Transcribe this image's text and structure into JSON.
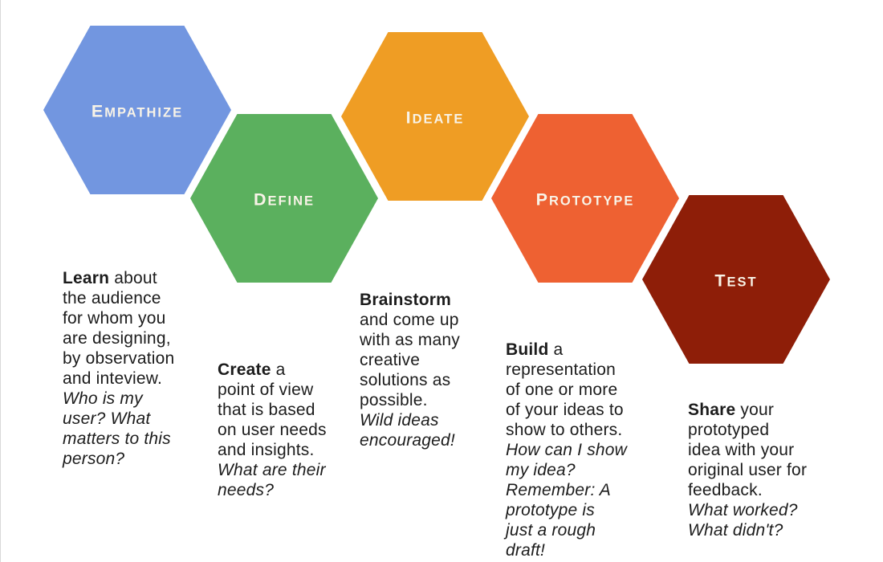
{
  "page": {
    "background": "#ffffff",
    "text_color": "#1c1c1c",
    "label_color": "#f8f3e7"
  },
  "steps": [
    {
      "label": "EMPATHIZE",
      "hex_color": "#7296e0",
      "lead": "Learn",
      "body": " about\nthe audience\nfor whom you\nare designing,\nby observation\nand inteview.",
      "question": "Who is my\nuser? What\nmatters to this\nperson?"
    },
    {
      "label": "DEFINE",
      "hex_color": "#5bb05e",
      "lead": "Create",
      "body": " a\npoint of view\nthat is based\non user needs\nand insights.",
      "question": "What are their\nneeds?"
    },
    {
      "label": "IDEATE",
      "hex_color": "#ef9d24",
      "lead": "Brainstorm",
      "body": "\nand come up\nwith as many\ncreative\nsolutions as\npossible.",
      "question": "Wild ideas\nencouraged!"
    },
    {
      "label": "PROTOTYPE",
      "hex_color": "#ee6132",
      "lead": "Build",
      "body": " a\nrepresentation\nof one or more\nof your ideas to\nshow to others.",
      "question": "How can I show\nmy idea?\nRemember: A\nprototype is\njust a rough\ndraft!"
    },
    {
      "label": "TEST",
      "hex_color": "#8e1e08",
      "lead": "Share",
      "body": " your\nprototyped\nidea with your\noriginal user for\nfeedback.",
      "question": "What worked?\nWhat didn't?"
    }
  ]
}
